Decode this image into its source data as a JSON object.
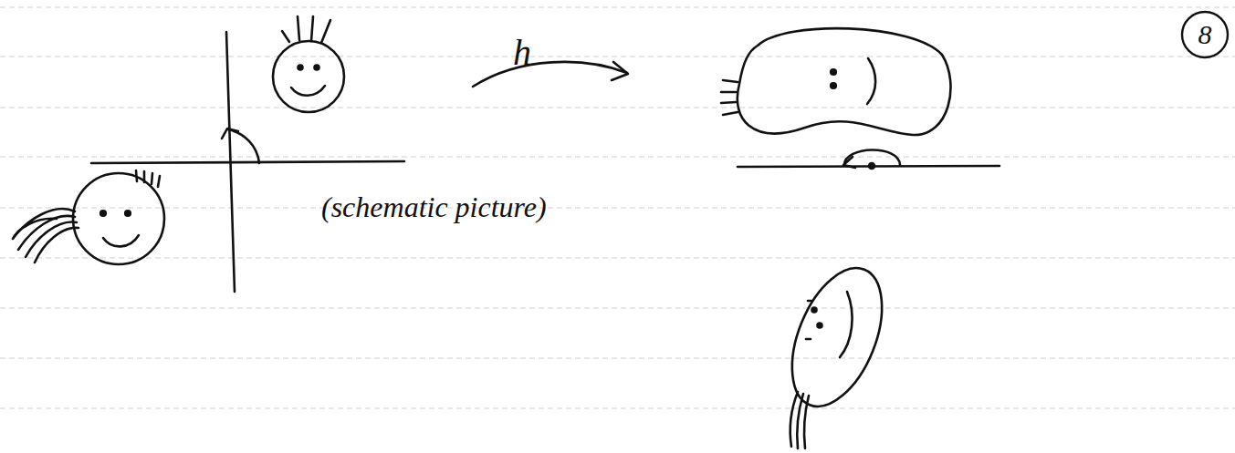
{
  "diagram": {
    "nodes": [
      {
        "text": [
          "8"
        ]
      }
    ],
    "labels": [
      "h",
      "(schematic picture)"
    ]
  }
}
